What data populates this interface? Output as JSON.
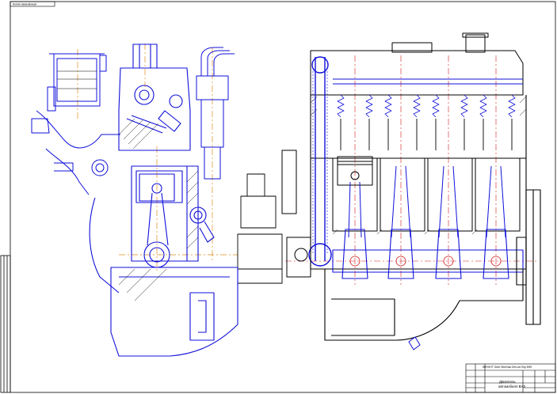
{
  "title_block": {
    "organization": "КИНХНТ Опит Монтаж Опп-ка Опр 8Н5",
    "drawing_name_line1": "Двигатель",
    "drawing_name_line2": "автомобиля ВАЗ",
    "stamp_top_left": "Копия изменённая"
  },
  "colors": {
    "paper": "#ffffff",
    "blue_lines": "#1010d8",
    "black_lines": "#000000",
    "red_axis": "#d21a1a",
    "orange_axis": "#e08a1a",
    "light_blue": "#4a6cf0"
  }
}
